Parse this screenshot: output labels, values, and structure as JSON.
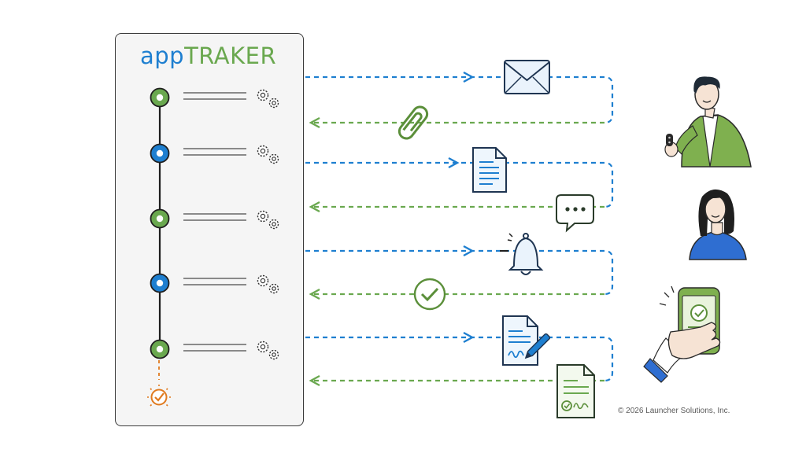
{
  "app": {
    "logo_part1": "app",
    "logo_part2": "TRAKER"
  },
  "steps": [
    {
      "status": "green",
      "icon": "gears-icon"
    },
    {
      "status": "blue",
      "icon": "gears-icon"
    },
    {
      "status": "green",
      "icon": "gears-icon"
    },
    {
      "status": "blue",
      "icon": "gears-icon"
    },
    {
      "status": "green",
      "icon": "gears-icon"
    }
  ],
  "final_step": {
    "icon": "check-badge-icon",
    "color": "#e07a1f"
  },
  "flows": [
    {
      "outbound_icon": "envelope-icon",
      "return_icon": "paperclip-icon"
    },
    {
      "outbound_icon": "document-icon",
      "return_icon": "chat-bubble-icon"
    },
    {
      "outbound_icon": "bell-icon",
      "return_icon": "checkmark-circle-icon"
    },
    {
      "outbound_icon": "signed-document-pen-icon",
      "return_icon": "signed-document-icon"
    }
  ],
  "people": [
    "man-with-car-key",
    "woman",
    "hand-holding-phone"
  ],
  "colors": {
    "blue": "#1e7fd0",
    "green": "#6aa84f",
    "orange": "#e07a1f",
    "line": "#2a2a2a"
  },
  "footer": {
    "copyright": "© 2026 Launcher Solutions, Inc."
  }
}
